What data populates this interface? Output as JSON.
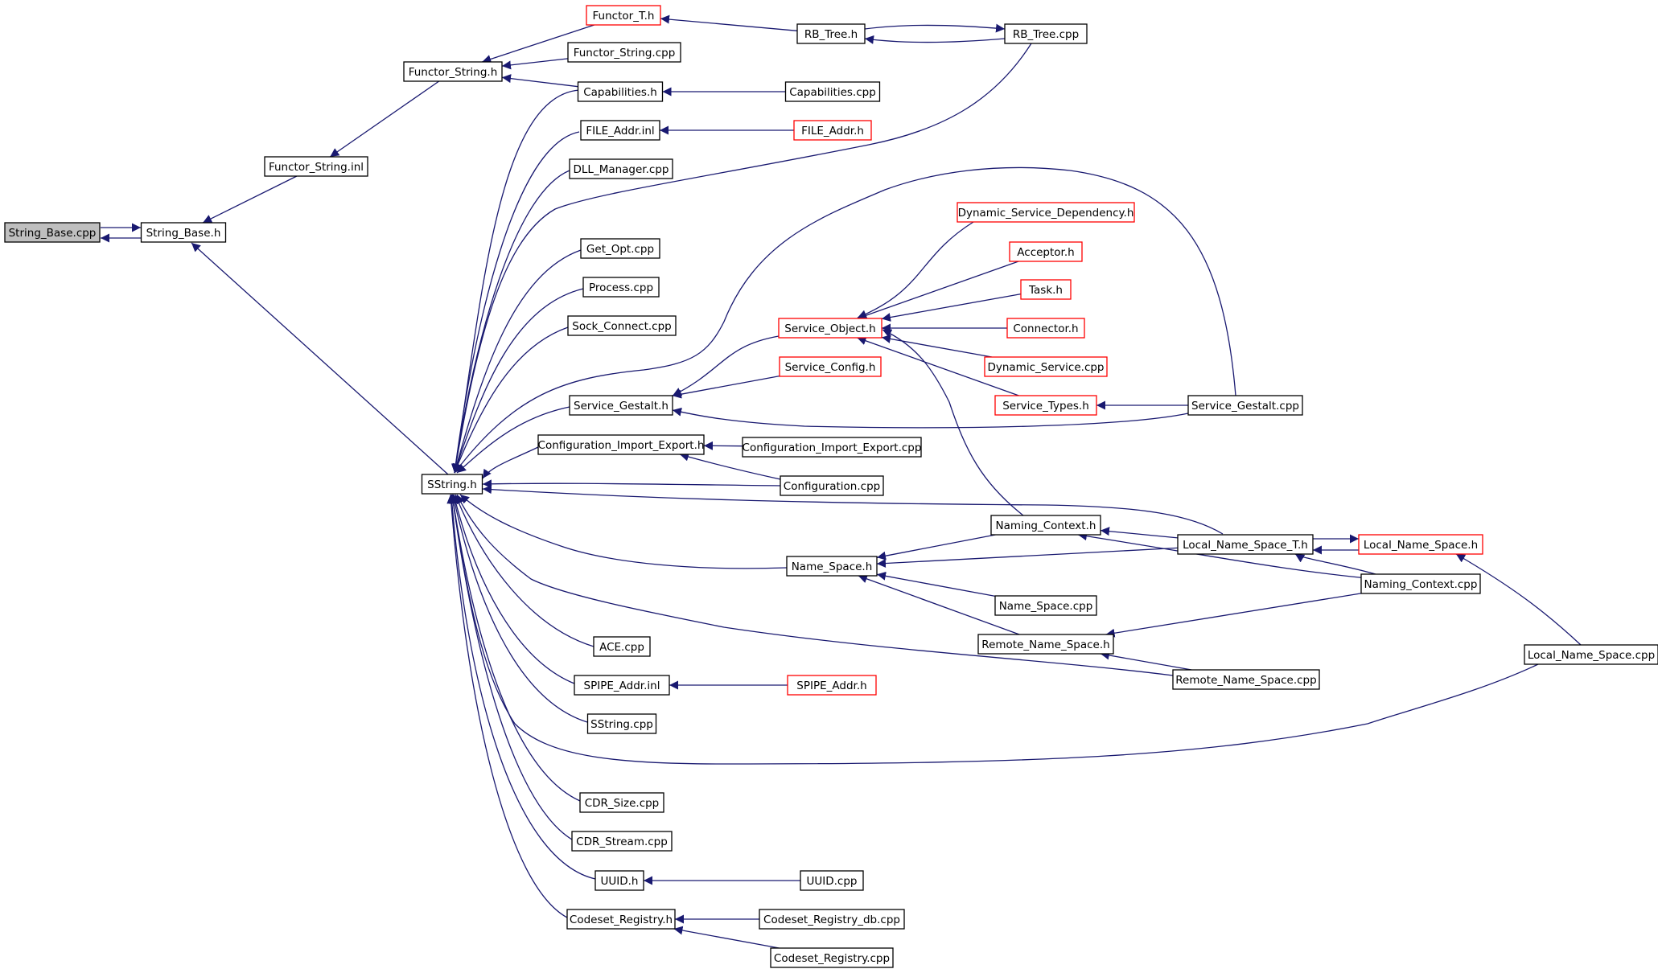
{
  "diagram": {
    "title": "",
    "nodes": [
      {
        "id": "string_base_cpp",
        "label": "String_Base.cpp",
        "style": "focus"
      },
      {
        "id": "string_base_h",
        "label": "String_Base.h",
        "style": "normal"
      },
      {
        "id": "functor_string_inl",
        "label": "Functor_String.inl",
        "style": "normal"
      },
      {
        "id": "functor_string_h",
        "label": "Functor_String.h",
        "style": "normal"
      },
      {
        "id": "functor_t_h",
        "label": "Functor_T.h",
        "style": "red"
      },
      {
        "id": "functor_string_cpp",
        "label": "Functor_String.cpp",
        "style": "normal"
      },
      {
        "id": "rb_tree_h",
        "label": "RB_Tree.h",
        "style": "normal"
      },
      {
        "id": "rb_tree_cpp",
        "label": "RB_Tree.cpp",
        "style": "normal"
      },
      {
        "id": "capabilities_h",
        "label": "Capabilities.h",
        "style": "normal"
      },
      {
        "id": "capabilities_cpp",
        "label": "Capabilities.cpp",
        "style": "normal"
      },
      {
        "id": "file_addr_inl",
        "label": "FILE_Addr.inl",
        "style": "normal"
      },
      {
        "id": "file_addr_h",
        "label": "FILE_Addr.h",
        "style": "red"
      },
      {
        "id": "dll_manager_cpp",
        "label": "DLL_Manager.cpp",
        "style": "normal"
      },
      {
        "id": "get_opt_cpp",
        "label": "Get_Opt.cpp",
        "style": "normal"
      },
      {
        "id": "process_cpp",
        "label": "Process.cpp",
        "style": "normal"
      },
      {
        "id": "sock_connect_cpp",
        "label": "Sock_Connect.cpp",
        "style": "normal"
      },
      {
        "id": "dynamic_service_dependency_h",
        "label": "Dynamic_Service_Dependency.h",
        "style": "red"
      },
      {
        "id": "acceptor_h",
        "label": "Acceptor.h",
        "style": "red"
      },
      {
        "id": "task_h",
        "label": "Task.h",
        "style": "red"
      },
      {
        "id": "service_object_h",
        "label": "Service_Object.h",
        "style": "red"
      },
      {
        "id": "connector_h",
        "label": "Connector.h",
        "style": "red"
      },
      {
        "id": "service_config_h",
        "label": "Service_Config.h",
        "style": "red"
      },
      {
        "id": "dynamic_service_cpp",
        "label": "Dynamic_Service.cpp",
        "style": "red"
      },
      {
        "id": "service_gestalt_h",
        "label": "Service_Gestalt.h",
        "style": "normal"
      },
      {
        "id": "service_types_h",
        "label": "Service_Types.h",
        "style": "red"
      },
      {
        "id": "service_gestalt_cpp",
        "label": "Service_Gestalt.cpp",
        "style": "normal"
      },
      {
        "id": "configuration_import_export_h",
        "label": "Configuration_Import_Export.h",
        "style": "normal"
      },
      {
        "id": "configuration_import_export_cpp",
        "label": "Configuration_Import_Export.cpp",
        "style": "normal"
      },
      {
        "id": "sstring_h",
        "label": "SString.h",
        "style": "normal"
      },
      {
        "id": "configuration_cpp",
        "label": "Configuration.cpp",
        "style": "normal"
      },
      {
        "id": "naming_context_h",
        "label": "Naming_Context.h",
        "style": "normal"
      },
      {
        "id": "local_name_space_t_h",
        "label": "Local_Name_Space_T.h",
        "style": "normal"
      },
      {
        "id": "local_name_space_h",
        "label": "Local_Name_Space.h",
        "style": "red"
      },
      {
        "id": "name_space_h",
        "label": "Name_Space.h",
        "style": "normal"
      },
      {
        "id": "naming_context_cpp",
        "label": "Naming_Context.cpp",
        "style": "normal"
      },
      {
        "id": "name_space_cpp",
        "label": "Name_Space.cpp",
        "style": "normal"
      },
      {
        "id": "remote_name_space_h",
        "label": "Remote_Name_Space.h",
        "style": "normal"
      },
      {
        "id": "ace_cpp",
        "label": "ACE.cpp",
        "style": "normal"
      },
      {
        "id": "local_name_space_cpp",
        "label": "Local_Name_Space.cpp",
        "style": "normal"
      },
      {
        "id": "spipe_addr_inl",
        "label": "SPIPE_Addr.inl",
        "style": "normal"
      },
      {
        "id": "spipe_addr_h",
        "label": "SPIPE_Addr.h",
        "style": "red"
      },
      {
        "id": "remote_name_space_cpp",
        "label": "Remote_Name_Space.cpp",
        "style": "normal"
      },
      {
        "id": "sstring_cpp",
        "label": "SString.cpp",
        "style": "normal"
      },
      {
        "id": "cdr_size_cpp",
        "label": "CDR_Size.cpp",
        "style": "normal"
      },
      {
        "id": "cdr_stream_cpp",
        "label": "CDR_Stream.cpp",
        "style": "normal"
      },
      {
        "id": "uuid_h",
        "label": "UUID.h",
        "style": "normal"
      },
      {
        "id": "uuid_cpp",
        "label": "UUID.cpp",
        "style": "normal"
      },
      {
        "id": "codeset_registry_h",
        "label": "Codeset_Registry.h",
        "style": "normal"
      },
      {
        "id": "codeset_registry_db_cpp",
        "label": "Codeset_Registry_db.cpp",
        "style": "normal"
      },
      {
        "id": "codeset_registry_cpp",
        "label": "Codeset_Registry.cpp",
        "style": "normal"
      }
    ],
    "edges": [
      {
        "from": "string_base_cpp",
        "to": "string_base_h"
      },
      {
        "from": "string_base_h",
        "to": "string_base_cpp"
      },
      {
        "from": "functor_string_inl",
        "to": "string_base_h"
      },
      {
        "from": "sstring_h",
        "to": "string_base_h"
      },
      {
        "from": "functor_string_h",
        "to": "functor_string_inl"
      },
      {
        "from": "functor_t_h",
        "to": "functor_string_h"
      },
      {
        "from": "functor_string_cpp",
        "to": "functor_string_h"
      },
      {
        "from": "capabilities_h",
        "to": "functor_string_h"
      },
      {
        "from": "rb_tree_h",
        "to": "functor_t_h"
      },
      {
        "from": "rb_tree_h",
        "to": "rb_tree_cpp"
      },
      {
        "from": "rb_tree_cpp",
        "to": "rb_tree_h"
      },
      {
        "from": "capabilities_cpp",
        "to": "capabilities_h"
      },
      {
        "from": "file_addr_h",
        "to": "file_addr_inl"
      },
      {
        "from": "capabilities_h",
        "to": "sstring_h"
      },
      {
        "from": "file_addr_inl",
        "to": "sstring_h"
      },
      {
        "from": "dll_manager_cpp",
        "to": "sstring_h"
      },
      {
        "from": "rb_tree_cpp",
        "to": "sstring_h"
      },
      {
        "from": "get_opt_cpp",
        "to": "sstring_h"
      },
      {
        "from": "process_cpp",
        "to": "sstring_h"
      },
      {
        "from": "sock_connect_cpp",
        "to": "sstring_h"
      },
      {
        "from": "service_gestalt_cpp",
        "to": "sstring_h"
      },
      {
        "from": "service_gestalt_h",
        "to": "sstring_h"
      },
      {
        "from": "configuration_import_export_h",
        "to": "sstring_h"
      },
      {
        "from": "configuration_cpp",
        "to": "sstring_h"
      },
      {
        "from": "local_name_space_t_h",
        "to": "sstring_h"
      },
      {
        "from": "name_space_h",
        "to": "sstring_h"
      },
      {
        "from": "remote_name_space_cpp",
        "to": "sstring_h"
      },
      {
        "from": "ace_cpp",
        "to": "sstring_h"
      },
      {
        "from": "spipe_addr_inl",
        "to": "sstring_h"
      },
      {
        "from": "sstring_cpp",
        "to": "sstring_h"
      },
      {
        "from": "local_name_space_cpp",
        "to": "sstring_h"
      },
      {
        "from": "cdr_size_cpp",
        "to": "sstring_h"
      },
      {
        "from": "cdr_stream_cpp",
        "to": "sstring_h"
      },
      {
        "from": "uuid_h",
        "to": "sstring_h"
      },
      {
        "from": "codeset_registry_h",
        "to": "sstring_h"
      },
      {
        "from": "dynamic_service_dependency_h",
        "to": "service_object_h"
      },
      {
        "from": "acceptor_h",
        "to": "service_object_h"
      },
      {
        "from": "task_h",
        "to": "service_object_h"
      },
      {
        "from": "connector_h",
        "to": "service_object_h"
      },
      {
        "from": "dynamic_service_cpp",
        "to": "service_object_h"
      },
      {
        "from": "service_types_h",
        "to": "service_object_h"
      },
      {
        "from": "naming_context_h",
        "to": "service_object_h"
      },
      {
        "from": "service_object_h",
        "to": "service_gestalt_h"
      },
      {
        "from": "service_config_h",
        "to": "service_gestalt_h"
      },
      {
        "from": "service_gestalt_cpp",
        "to": "service_gestalt_h"
      },
      {
        "from": "service_gestalt_cpp",
        "to": "service_types_h"
      },
      {
        "from": "configuration_import_export_cpp",
        "to": "configuration_import_export_h"
      },
      {
        "from": "configuration_cpp",
        "to": "configuration_import_export_h"
      },
      {
        "from": "local_name_space_t_h",
        "to": "naming_context_h"
      },
      {
        "from": "naming_context_cpp",
        "to": "naming_context_h"
      },
      {
        "from": "naming_context_h",
        "to": "name_space_h"
      },
      {
        "from": "local_name_space_t_h",
        "to": "name_space_h"
      },
      {
        "from": "name_space_cpp",
        "to": "name_space_h"
      },
      {
        "from": "remote_name_space_h",
        "to": "name_space_h"
      },
      {
        "from": "local_name_space_h",
        "to": "local_name_space_t_h"
      },
      {
        "from": "naming_context_cpp",
        "to": "local_name_space_t_h"
      },
      {
        "from": "local_name_space_t_h",
        "to": "local_name_space_h"
      },
      {
        "from": "local_name_space_cpp",
        "to": "local_name_space_h"
      },
      {
        "from": "naming_context_cpp",
        "to": "remote_name_space_h"
      },
      {
        "from": "remote_name_space_cpp",
        "to": "remote_name_space_h"
      },
      {
        "from": "spipe_addr_h",
        "to": "spipe_addr_inl"
      },
      {
        "from": "uuid_cpp",
        "to": "uuid_h"
      },
      {
        "from": "codeset_registry_db_cpp",
        "to": "codeset_registry_h"
      },
      {
        "from": "codeset_registry_cpp",
        "to": "codeset_registry_h"
      }
    ]
  }
}
